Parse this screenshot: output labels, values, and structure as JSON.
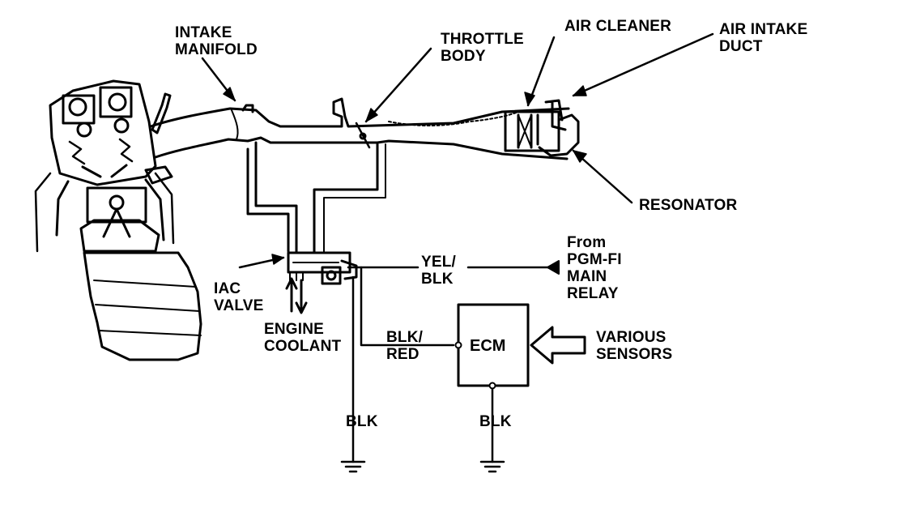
{
  "labels": {
    "intake_manifold": "INTAKE\nMANIFOLD",
    "throttle_body": "THROTTLE\nBODY",
    "air_cleaner": "AIR CLEANER",
    "air_intake_duct": "AIR INTAKE\nDUCT",
    "resonator": "RESONATOR",
    "from_pgmfi": "From\nPGM-FI\nMAIN\nRELAY",
    "yel_blk": "YEL/\nBLK",
    "iac_valve": "IAC\nVALVE",
    "engine_coolant": "ENGINE\nCOOLANT",
    "blk_red": "BLK/\nRED",
    "ecm": "ECM",
    "various_sensors": "VARIOUS\nSENSORS",
    "blk_left": "BLK",
    "blk_right": "BLK"
  },
  "colors": {
    "ink": "#000000",
    "paper": "#ffffff"
  }
}
